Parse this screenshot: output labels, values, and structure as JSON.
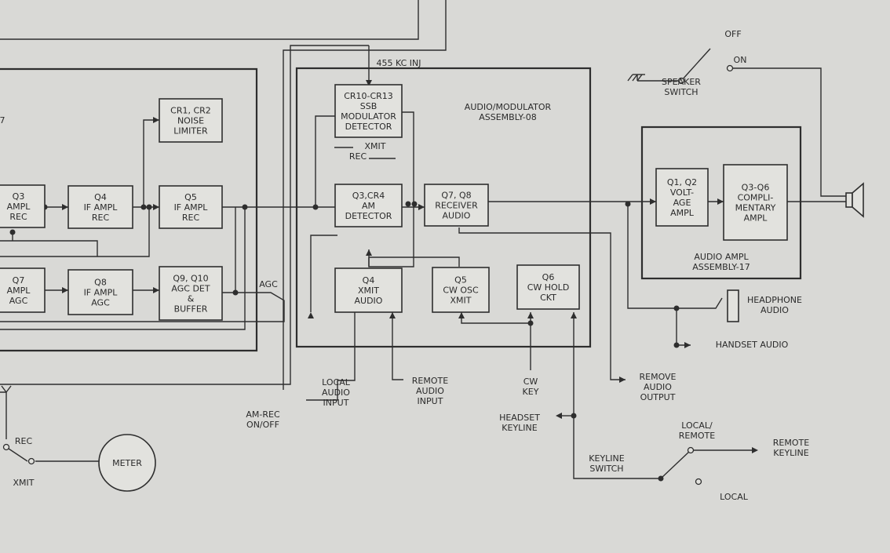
{
  "colors": {
    "paper": "#d9d9d6",
    "ink": "#2e2e2e",
    "box_fill": "#e2e2de"
  },
  "blocks": [
    {
      "id": "q3-left",
      "lines": [
        "Q3",
        "AMPL",
        "REC"
      ]
    },
    {
      "id": "q4-if",
      "lines": [
        "Q4",
        "IF AMPL",
        "REC"
      ]
    },
    {
      "id": "q5-if",
      "lines": [
        "Q5",
        "IF AMPL",
        "REC"
      ]
    },
    {
      "id": "cr1-cr2",
      "lines": [
        "CR1, CR2",
        "NOISE",
        "LIMITER"
      ]
    },
    {
      "id": "q7-agc",
      "lines": [
        "Q7",
        "AMPL",
        "AGC"
      ]
    },
    {
      "id": "q8-agc",
      "lines": [
        "Q8",
        "IF AMPL",
        "AGC"
      ]
    },
    {
      "id": "q9-q10",
      "lines": [
        "Q9, Q10",
        "AGC DET",
        "&",
        "BUFFER"
      ]
    },
    {
      "id": "cr10-cr13",
      "lines": [
        "CR10-CR13",
        "SSB",
        "MODULATOR",
        "DETECTOR"
      ]
    },
    {
      "id": "q3-cr4",
      "lines": [
        "Q3,CR4",
        "AM",
        "DETECTOR"
      ]
    },
    {
      "id": "q7-q8",
      "lines": [
        "Q7, Q8",
        "RECEIVER",
        "AUDIO"
      ]
    },
    {
      "id": "q4-xmit",
      "lines": [
        "Q4",
        "XMIT",
        "AUDIO"
      ]
    },
    {
      "id": "q5-cw",
      "lines": [
        "Q5",
        "CW OSC",
        "XMIT"
      ]
    },
    {
      "id": "q6-cw",
      "lines": [
        "Q6",
        "CW HOLD",
        "CKT"
      ]
    },
    {
      "id": "q1-q2",
      "lines": [
        "Q1, Q2",
        "VOLT-",
        "AGE",
        "AMPL"
      ]
    },
    {
      "id": "q3-q6",
      "lines": [
        "Q3-Q6",
        "COMPLI-",
        "MENTARY",
        "AMPL"
      ]
    }
  ],
  "labels": [
    {
      "id": "inj",
      "lines": [
        "455 KC INJ"
      ]
    },
    {
      "id": "xmit",
      "lines": [
        "XMIT"
      ]
    },
    {
      "id": "rec",
      "lines": [
        "REC"
      ]
    },
    {
      "id": "audmod",
      "lines": [
        "AUDIO/MODULATOR",
        "ASSEMBLY-08"
      ]
    },
    {
      "id": "audampl",
      "lines": [
        "AUDIO AMPL",
        "ASSEMBLY-17"
      ]
    },
    {
      "id": "spkr",
      "lines": [
        "SPEAKER",
        "SWITCH"
      ]
    },
    {
      "id": "off",
      "lines": [
        "OFF"
      ]
    },
    {
      "id": "on",
      "lines": [
        "ON"
      ]
    },
    {
      "id": "headphone",
      "lines": [
        "HEADPHONE",
        "AUDIO"
      ]
    },
    {
      "id": "handset",
      "lines": [
        "HANDSET AUDIO"
      ]
    },
    {
      "id": "agc",
      "lines": [
        "AGC"
      ]
    },
    {
      "id": "localin",
      "lines": [
        "LOCAL",
        "AUDIO",
        "INPUT"
      ]
    },
    {
      "id": "remotein",
      "lines": [
        "REMOTE",
        "AUDIO",
        "INPUT"
      ]
    },
    {
      "id": "amrec",
      "lines": [
        "AM-REC",
        "ON/OFF"
      ]
    },
    {
      "id": "cwkey",
      "lines": [
        "CW",
        "KEY"
      ]
    },
    {
      "id": "remout",
      "lines": [
        "REMOVE",
        "AUDIO",
        "OUTPUT"
      ]
    },
    {
      "id": "headset",
      "lines": [
        "HEADSET",
        "KEYLINE"
      ]
    },
    {
      "id": "keysw",
      "lines": [
        "KEYLINE",
        "SWITCH"
      ]
    },
    {
      "id": "locrem",
      "lines": [
        "LOCAL/",
        "REMOTE"
      ]
    },
    {
      "id": "remkey",
      "lines": [
        "REMOTE",
        "KEYLINE"
      ]
    },
    {
      "id": "local",
      "lines": [
        "LOCAL"
      ]
    },
    {
      "id": "meter",
      "lines": [
        "METER"
      ]
    },
    {
      "id": "recsw",
      "lines": [
        "REC"
      ]
    },
    {
      "id": "xmitsw",
      "lines": [
        "XMIT"
      ]
    },
    {
      "id": "seven",
      "lines": [
        "7"
      ]
    }
  ]
}
